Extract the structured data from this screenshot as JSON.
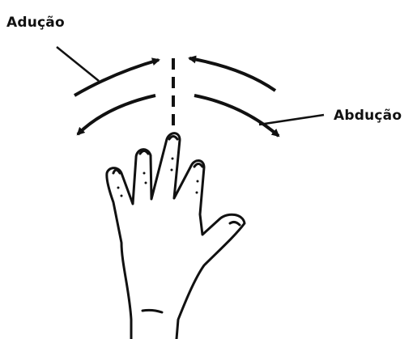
{
  "labels": {
    "adduction": "Adução",
    "abduction": "Abdução"
  },
  "colors": {
    "ink": "#111111",
    "background": "#ffffff"
  },
  "icons": {
    "hand": "open-hand-icon",
    "adduction_arrows": "inward-arc-arrow-icon",
    "abduction_arrows": "outward-arc-arrow-icon",
    "axis": "dashed-midline"
  }
}
